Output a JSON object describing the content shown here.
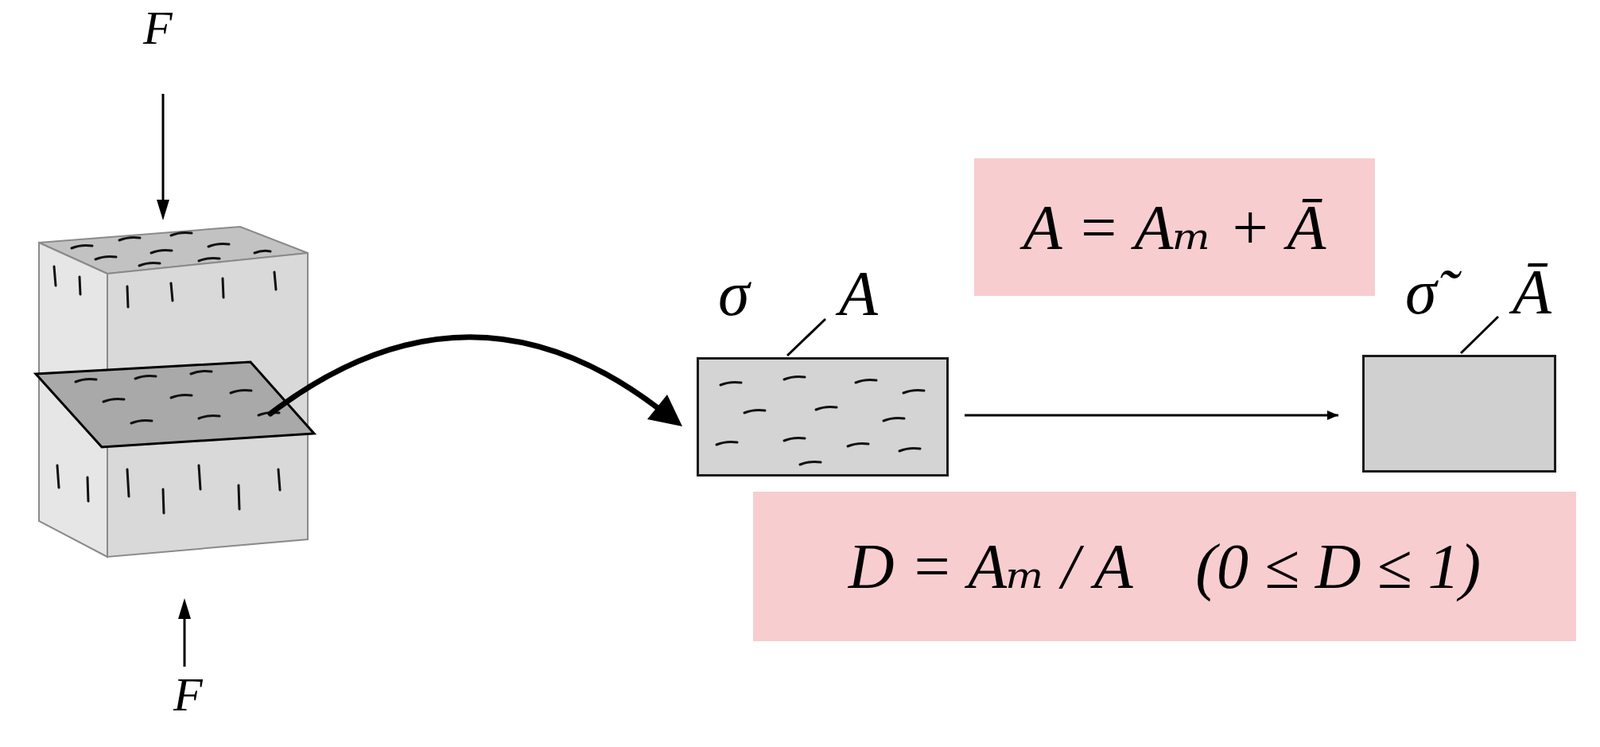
{
  "diagram": {
    "nodes": [
      {
        "text": [
          "A = Aₘ + Ā"
        ]
      },
      {
        "text": [
          "σ",
          "A"
        ]
      },
      {
        "text": [
          "σ̃",
          "Ā"
        ]
      },
      {
        "text": [
          "D = Aₘ / A    (0 ≤ D ≤ 1)"
        ]
      }
    ],
    "edges": [
      {
        "from": 1,
        "to": 2,
        "arrow": "to"
      }
    ],
    "labels": [
      "F",
      "F"
    ]
  }
}
